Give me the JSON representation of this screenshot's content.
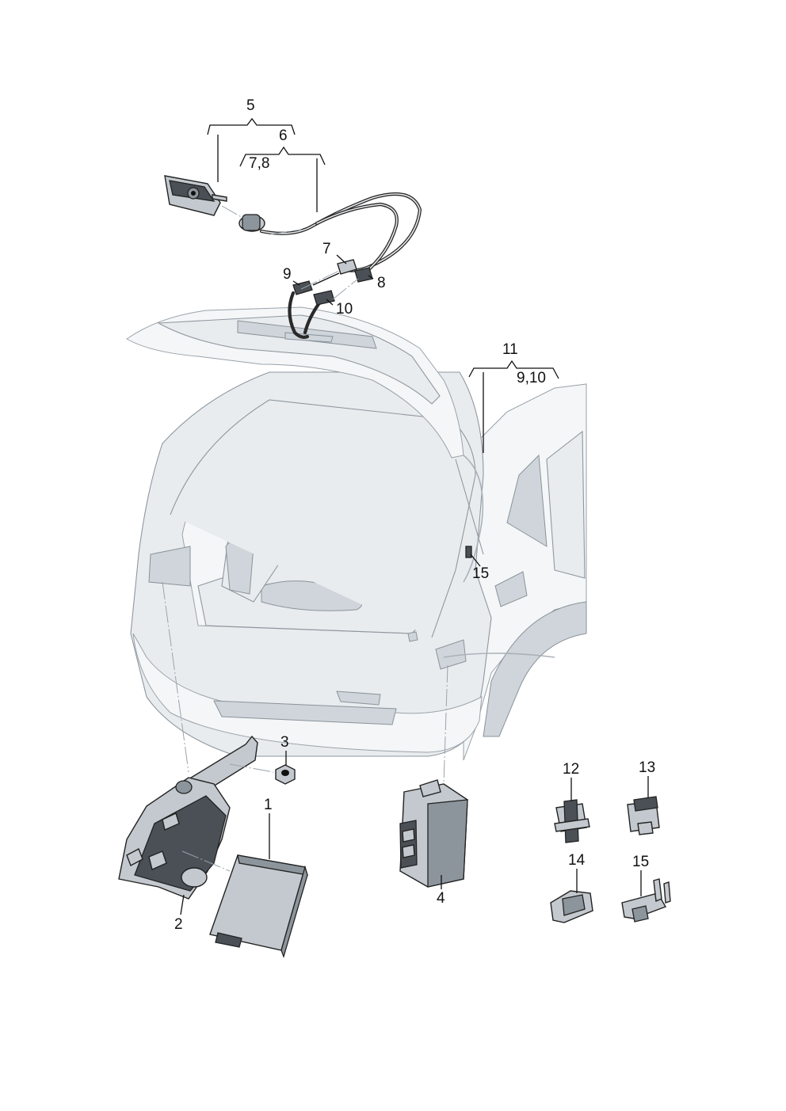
{
  "callouts": {
    "c1": "1",
    "c2": "2",
    "c3": "3",
    "c4": "4",
    "c5": "5",
    "c6": "6",
    "c6_sub": "7,8",
    "c7": "7",
    "c8": "8",
    "c9": "9",
    "c10": "10",
    "c11": "11",
    "c11_sub": "9,10",
    "c12": "12",
    "c13": "13",
    "c14": "14",
    "c15a": "15",
    "c15b": "15"
  },
  "colors": {
    "ink": "#111111",
    "body_fill": "#e9ecef",
    "part_fill": "#c3c9ce",
    "part_dark": "#4a5056"
  }
}
